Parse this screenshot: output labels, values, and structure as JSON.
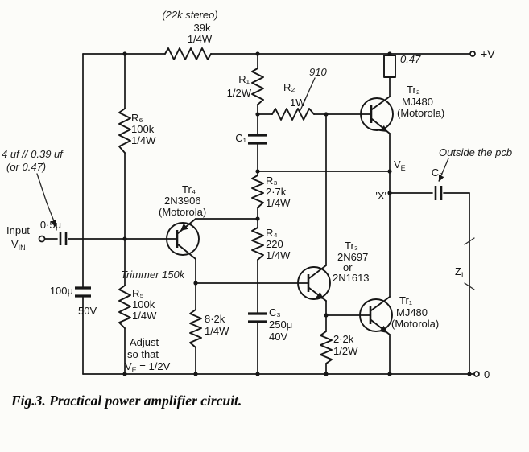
{
  "figure": {
    "caption": "Fig.3. Practical power amplifier circuit."
  },
  "power": {
    "plus": "+V",
    "zero": "0"
  },
  "colors": {
    "ink": "#141414",
    "paper": "#fcfcf9"
  },
  "resistors": {
    "supply": {
      "note": "(22k stereo)",
      "value": "39k",
      "watt": "1/4W"
    },
    "r1": {
      "name": "R₁",
      "watt": "1/2W"
    },
    "r2": {
      "name": "R₂",
      "watt": "1W",
      "corrected": "910"
    },
    "r3": {
      "name": "R₃",
      "value": "2·7k",
      "watt": "1/4W"
    },
    "r4": {
      "name": "R₄",
      "value": "220",
      "watt": "1/4W"
    },
    "r5": {
      "name": "R₅",
      "value": "100k",
      "watt": "1/4W"
    },
    "r6": {
      "name": "R₆",
      "value": "100k",
      "watt": "1/4W"
    },
    "r82": {
      "value": "8·2k",
      "watt": "1/4W"
    },
    "r22": {
      "value": "2·2k",
      "watt": "1/2W"
    },
    "emitter": {
      "value": "0.47"
    }
  },
  "capacitors": {
    "cin": {
      "value": "0·5μ"
    },
    "cfilter": {
      "value": "100μ",
      "volt": "50V"
    },
    "c1": {
      "name": "C₁"
    },
    "c2": {
      "name": "C₂"
    },
    "c3": {
      "name": "C₃",
      "value": "250μ",
      "volt": "40V"
    }
  },
  "transistors": {
    "tr1": {
      "name": "Tr₁",
      "part": "MJ480",
      "maker": "(Motorola)"
    },
    "tr2": {
      "name": "Tr₂",
      "part": "MJ480",
      "maker": "(Motorola)"
    },
    "tr3": {
      "name": "Tr₃",
      "part": "2N697",
      "alt": "or",
      "part2": "2N1613"
    },
    "tr4": {
      "name": "Tr₄",
      "part": "2N3906",
      "maker": "(Motorola)"
    }
  },
  "input": {
    "label": "Input",
    "v": "V",
    "v_sub": "IN"
  },
  "nodes": {
    "ve": "V",
    "ve_sub": "E",
    "x": "'X'",
    "zl": "Z",
    "zl_sub": "L"
  },
  "notes": {
    "cap_alt": "4 uf // 0.39 uf",
    "cap_alt2": "(or 0.47)",
    "trimmer": "Trimmer 150k",
    "outside": "Outside the pcb",
    "adjust1": "Adjust",
    "adjust2": "so that",
    "adjust_v": "V",
    "adjust_v_sub": "E",
    "adjust_rest": " = 1/2V"
  }
}
